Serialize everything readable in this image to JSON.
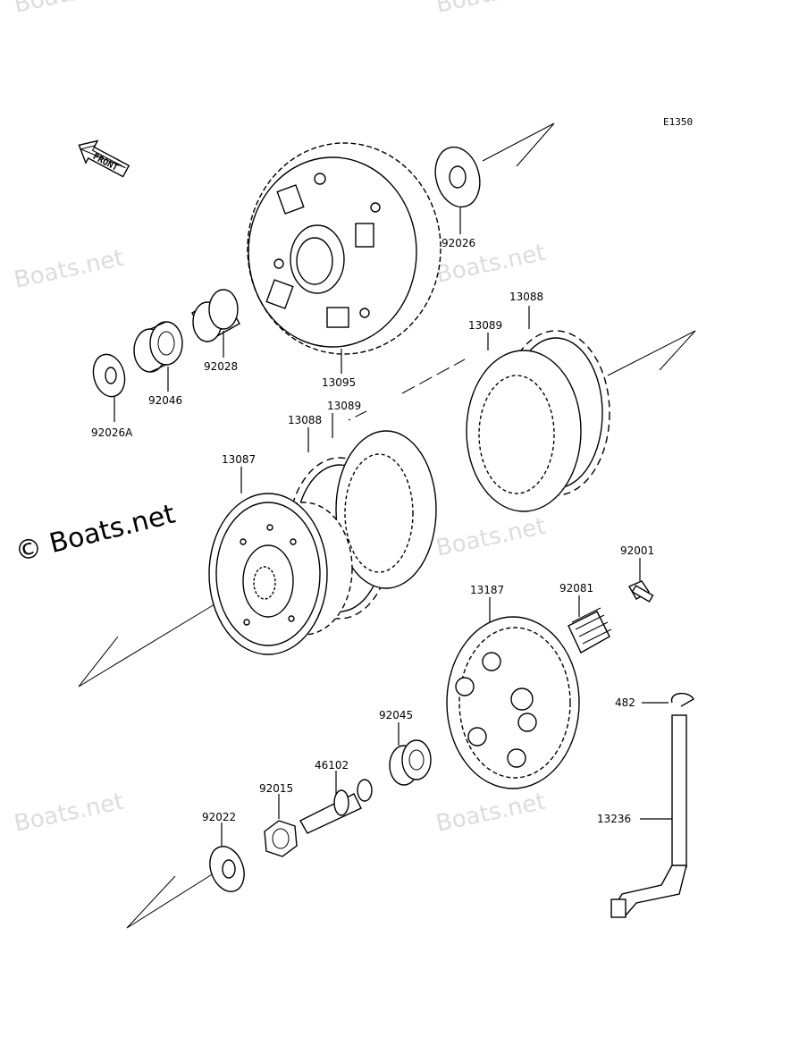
{
  "diagram_code": "E1350",
  "front_arrow_label": "FRONT",
  "watermark_text": "Boats.net",
  "watermark_main": "© Boats.net",
  "parts": {
    "p92026": "92026",
    "p13095": "13095",
    "p92028": "92028",
    "p92046": "92046",
    "p92026A": "92026A",
    "p13088_top": "13088",
    "p13089_top": "13089",
    "p13088": "13088",
    "p13089": "13089",
    "p13087": "13087",
    "p92001": "92001",
    "p92081": "92081",
    "p13187": "13187",
    "p482": "482",
    "p92045": "92045",
    "p46102": "46102",
    "p92015": "92015",
    "p92022": "92022",
    "p13236": "13236"
  }
}
